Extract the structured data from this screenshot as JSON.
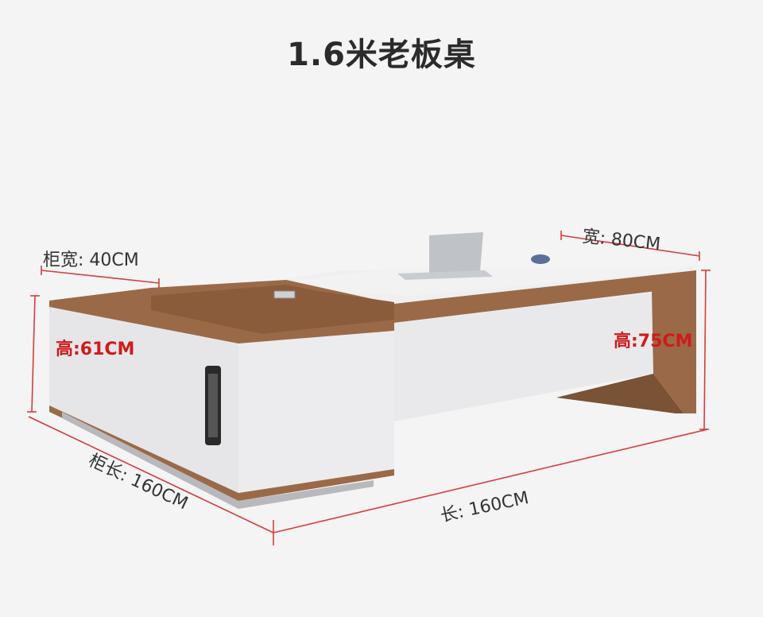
{
  "title": "1.6米老板桌",
  "dimensions": {
    "cabinet_width": "柜宽: 40CM",
    "desk_width": "宽: 80CM",
    "cabinet_height": "高:61CM",
    "desk_height": "高:75CM",
    "cabinet_length": "柜长: 160CM",
    "desk_length": "长: 160CM"
  },
  "colors": {
    "wood": "#9a6a48",
    "white": "#e9e9ec",
    "dimension_line": "#d83c3c",
    "highlight_text": "#d11a1a"
  }
}
